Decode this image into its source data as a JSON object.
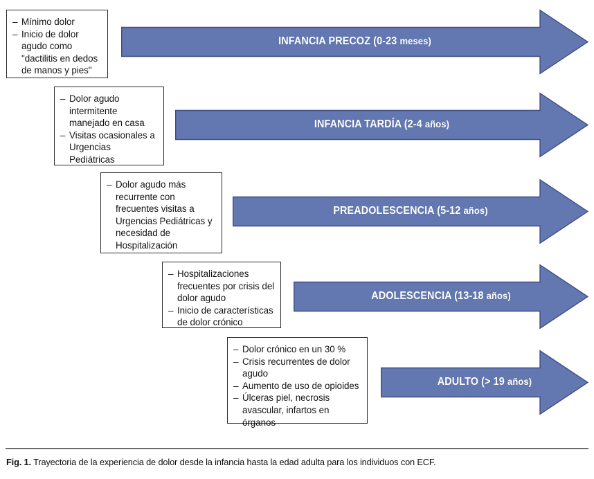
{
  "figure": {
    "caption_number": "Fig. 1.",
    "caption_text": "Trayectoria de la experiencia de dolor desde la infancia hasta la edad adulta para los individuos con ECF.",
    "arrow_color": "#6377b0",
    "arrow_border_color": "#3f4f86",
    "box_border_color": "#2b2b2b",
    "text_color": "#141414"
  },
  "stages": [
    {
      "id": "infancia-precoz",
      "label_main": "INFANCIA PRECOZ (0-23 ",
      "label_sub": "meses)",
      "label_full": "INFANCIA PRECOZ (0-23 meses)",
      "box_items": [
        "Mínimo dolor",
        "Inicio de dolor agudo como \"dactilitis en dedos de manos y pies\""
      ]
    },
    {
      "id": "infancia-tardia",
      "label_main": "INFANCIA TARDÍA (2-4 ",
      "label_sub": "años)",
      "label_full": "INFANCIA TARDÍA (2-4 años)",
      "box_items": [
        "Dolor agudo intermitente manejado en casa",
        "Visitas ocasionales a Urgencias Pediátricas"
      ]
    },
    {
      "id": "preadolescencia",
      "label_main": "PREADOLESCENCIA (5-12 ",
      "label_sub": "años)",
      "label_full": "PREADOLESCENCIA (5-12 años)",
      "box_items": [
        "Dolor agudo más recurrente con frecuentes visitas a Urgencias Pediátricas y necesidad de Hospitalización"
      ]
    },
    {
      "id": "adolescencia",
      "label_main": "ADOLESCENCIA (13-18 ",
      "label_sub": "años)",
      "label_full": "ADOLESCENCIA (13-18 años)",
      "box_items": [
        "Hospitalizaciones frecuentes por crisis del dolor agudo",
        "Inicio de características de dolor crónico"
      ]
    },
    {
      "id": "adulto",
      "label_main": "ADULTO (> 19 ",
      "label_sub": "años)",
      "label_full": "ADULTO (> 19 años)",
      "box_items": [
        "Dolor crónico en un 30 %",
        "Crisis recurrentes de dolor agudo",
        "Aumento de uso de opioides",
        "Úlceras piel, necrosis avascular, infartos en órganos"
      ]
    }
  ]
}
